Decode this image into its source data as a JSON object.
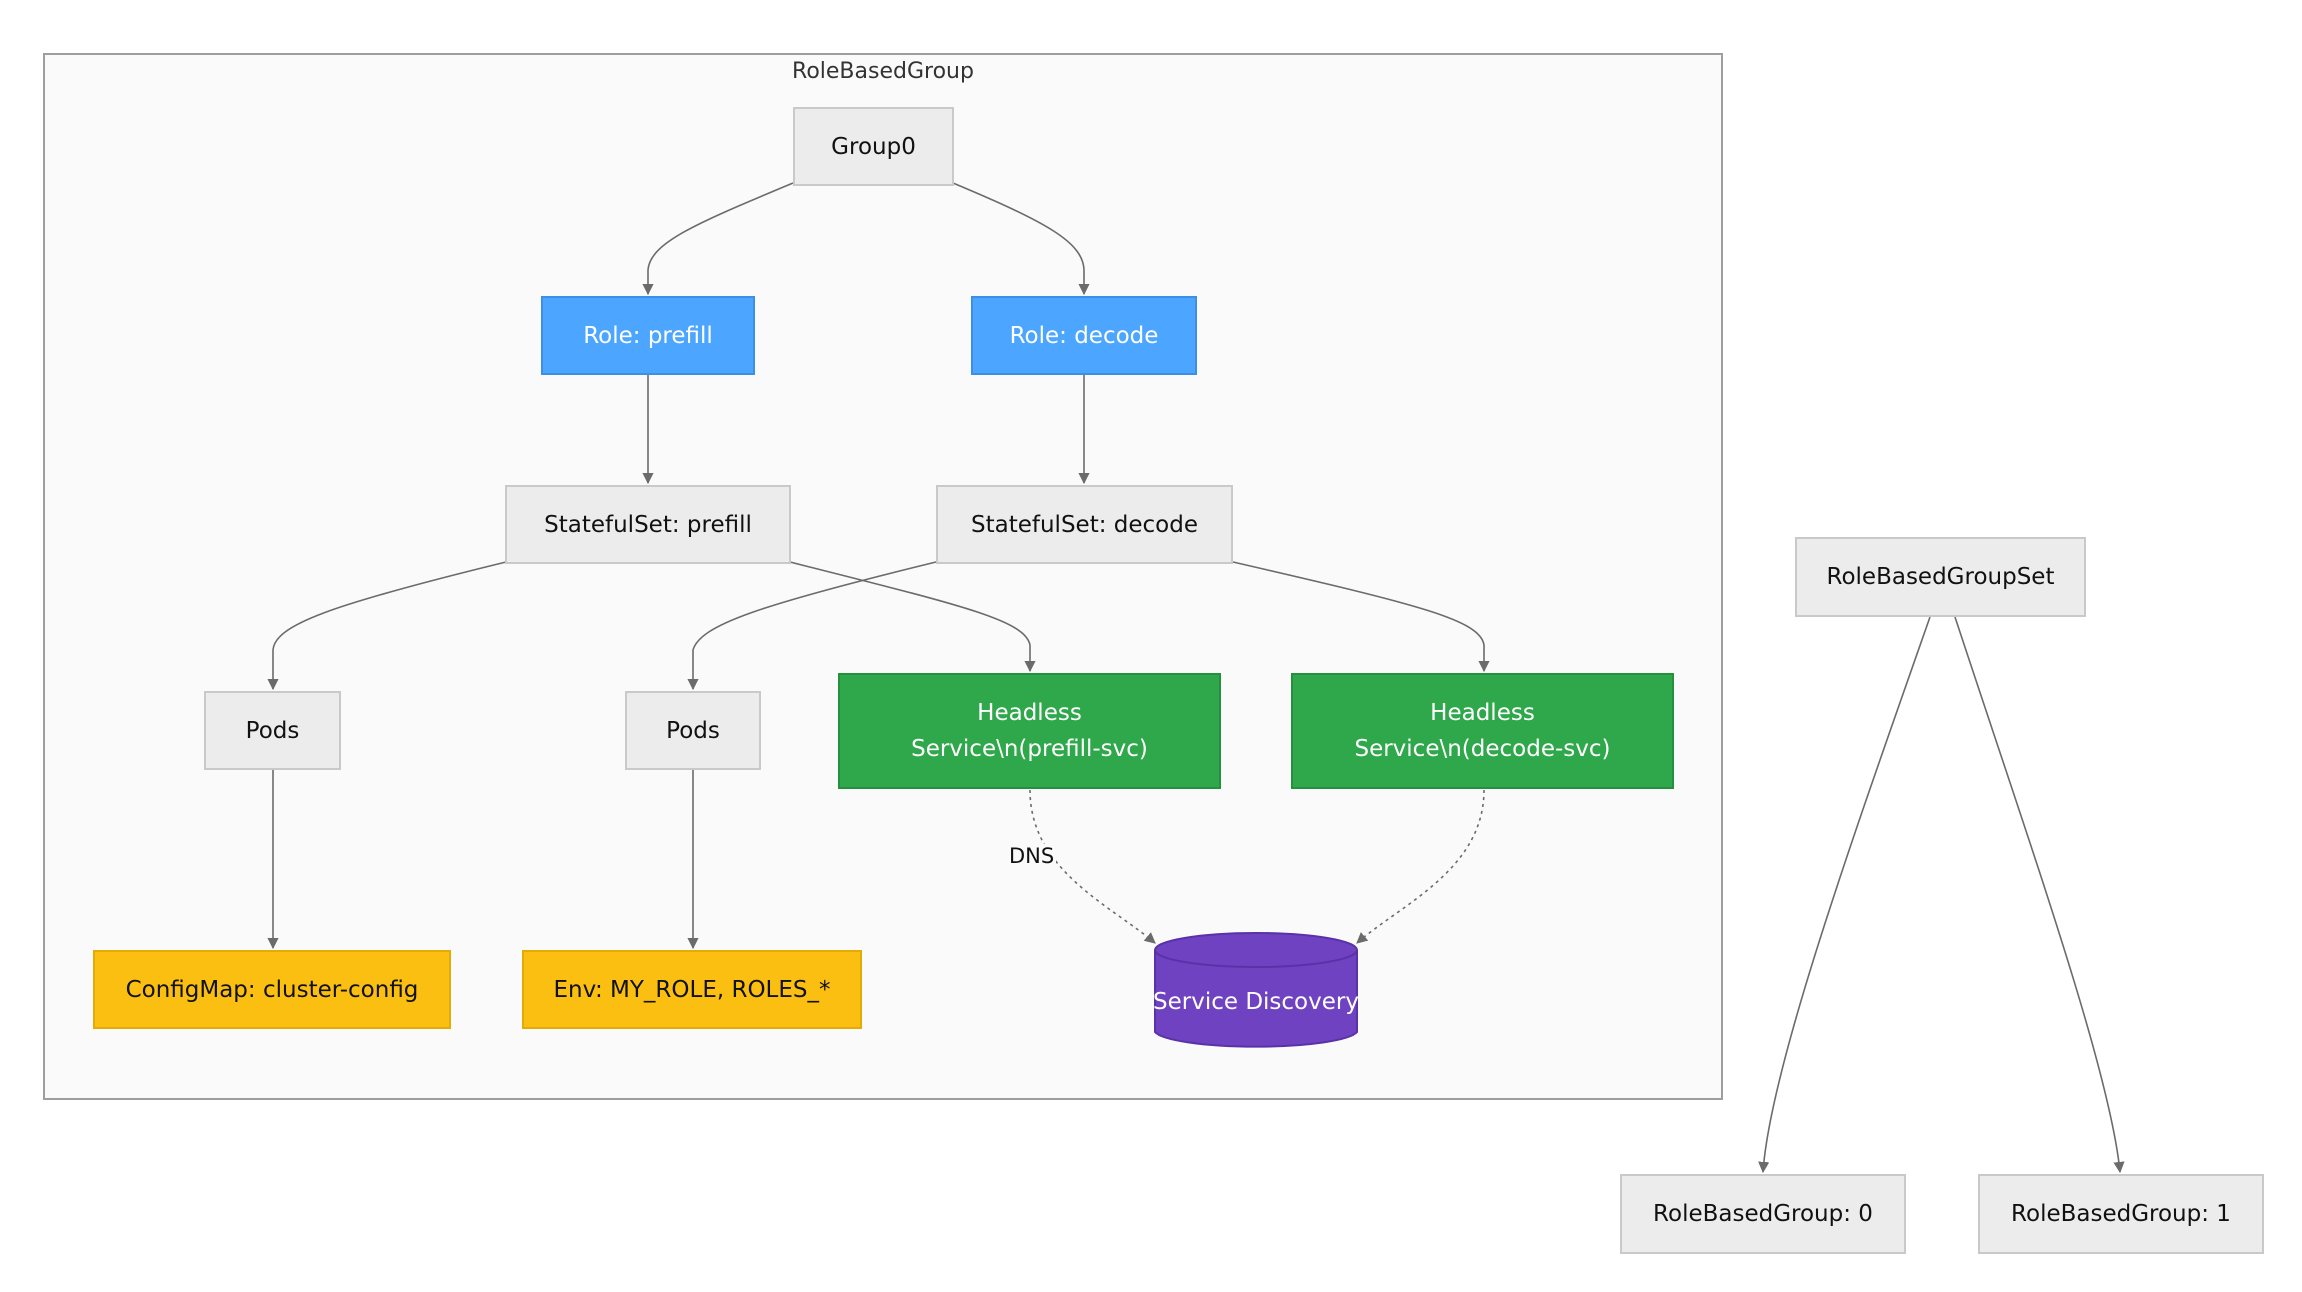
{
  "cluster": {
    "title": "RoleBasedGroup"
  },
  "nodes": {
    "group0": "Group0",
    "role_prefill": "Role: prefill",
    "role_decode": "Role: decode",
    "sts_prefill": "StatefulSet: prefill",
    "sts_decode": "StatefulSet: decode",
    "pods_prefill": "Pods",
    "pods_decode": "Pods",
    "svc_prefill": "Headless Service\\n(prefill-svc)",
    "svc_decode": "Headless Service\\n(decode-svc)",
    "configmap": "ConfigMap: cluster-config",
    "env": "Env: MY_ROLE, ROLES_*",
    "service_discovery": "Service Discovery",
    "rbgset": "RoleBasedGroupSet",
    "rbg0": "RoleBasedGroup: 0",
    "rbg1": "RoleBasedGroup: 1"
  },
  "edge_labels": {
    "dns": "DNS"
  },
  "colors": {
    "role": "#4ca6ff",
    "service": "#2ea84a",
    "config": "#fbbf12",
    "discovery": "#6f42c1",
    "default_node": "#ececec",
    "edge": "#6b6b6b"
  }
}
